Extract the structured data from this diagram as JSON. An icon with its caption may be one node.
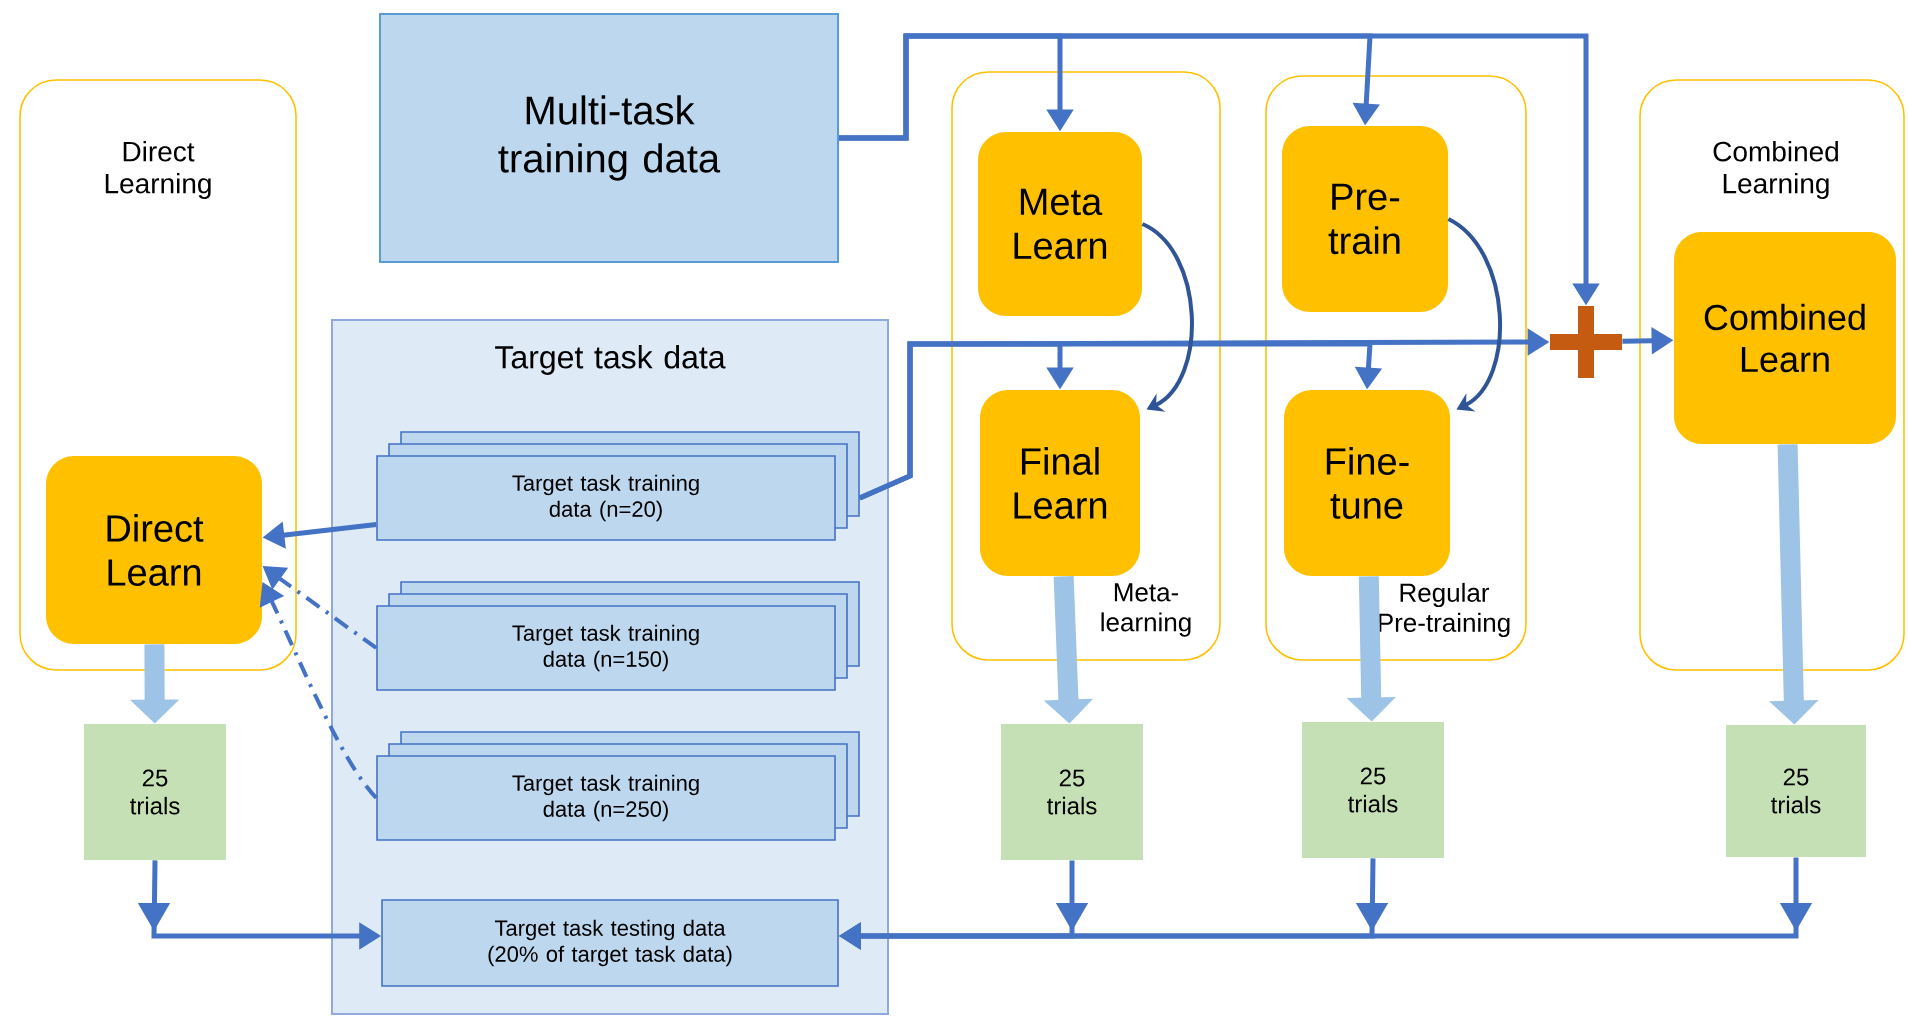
{
  "diagram": {
    "nodes": [
      {
        "text": [
          "Direct Learning"
        ]
      },
      {
        "text": [
          "Direct Learn"
        ],
        "in": 0
      },
      {
        "text": [
          "Multi-task training data"
        ]
      },
      {
        "text": [
          "Target task data"
        ]
      },
      {
        "text": [
          "Target task training data (n=20)"
        ],
        "in": 3
      },
      {
        "text": [
          "Target task training data (n=150)"
        ],
        "in": 3
      },
      {
        "text": [
          "Target task training data (n=250)"
        ],
        "in": 3
      },
      {
        "text": [
          "Target task testing data (20% of target task data)"
        ],
        "in": 3
      },
      {
        "text": [
          "Meta- learning"
        ]
      },
      {
        "text": [
          "Meta Learn"
        ],
        "in": 8
      },
      {
        "text": [
          "Final Learn"
        ],
        "in": 8
      },
      {
        "text": [
          "Regular Pre-training"
        ]
      },
      {
        "text": [
          "Pre- train"
        ],
        "in": 11
      },
      {
        "text": [
          "Fine- tune"
        ],
        "in": 11
      },
      {
        "text": [
          "Combined Learning"
        ]
      },
      {
        "text": [
          "Combined Learn"
        ],
        "in": 14
      },
      {
        "text": [],
        "shape": "plus"
      },
      {
        "text": [
          "25 trials"
        ]
      },
      {
        "text": [
          "25 trials"
        ]
      },
      {
        "text": [
          "25 trials"
        ]
      },
      {
        "text": [
          "25 trials"
        ]
      }
    ],
    "edges": [
      {
        "from": 2,
        "to": 9,
        "arrow": "to"
      },
      {
        "from": 2,
        "to": 12,
        "arrow": "to"
      },
      {
        "from": 2,
        "to": 16,
        "arrow": "to"
      },
      {
        "from": 4,
        "to": 10,
        "arrow": "to"
      },
      {
        "from": 4,
        "to": 13,
        "arrow": "to"
      },
      {
        "from": 4,
        "to": 16,
        "arrow": "to"
      },
      {
        "from": 16,
        "to": 15,
        "arrow": "to"
      },
      {
        "from": 9,
        "to": 10,
        "arrow": "to",
        "color": "#2f5597"
      },
      {
        "from": 12,
        "to": 13,
        "arrow": "to",
        "color": "#2f5597"
      },
      {
        "from": 4,
        "to": 1,
        "arrow": "to"
      },
      {
        "from": 5,
        "to": 1,
        "arrow": "to",
        "style": "dashed"
      },
      {
        "from": 6,
        "to": 1,
        "arrow": "to",
        "style": "dashed"
      },
      {
        "from": 1,
        "to": 17,
        "arrow": "to",
        "style": "thick",
        "color": "#9dc3e6"
      },
      {
        "from": 10,
        "to": 18,
        "arrow": "to",
        "style": "thick",
        "color": "#9dc3e6"
      },
      {
        "from": 13,
        "to": 19,
        "arrow": "to",
        "style": "thick",
        "color": "#9dc3e6"
      },
      {
        "from": 15,
        "to": 20,
        "arrow": "to",
        "style": "thick",
        "color": "#9dc3e6"
      },
      {
        "from": 17,
        "to": 7,
        "arrow": "to"
      },
      {
        "from": 18,
        "to": 7,
        "arrow": "to"
      },
      {
        "from": 19,
        "to": 7,
        "arrow": "to"
      },
      {
        "from": 20,
        "to": 7,
        "arrow": "to"
      }
    ]
  }
}
